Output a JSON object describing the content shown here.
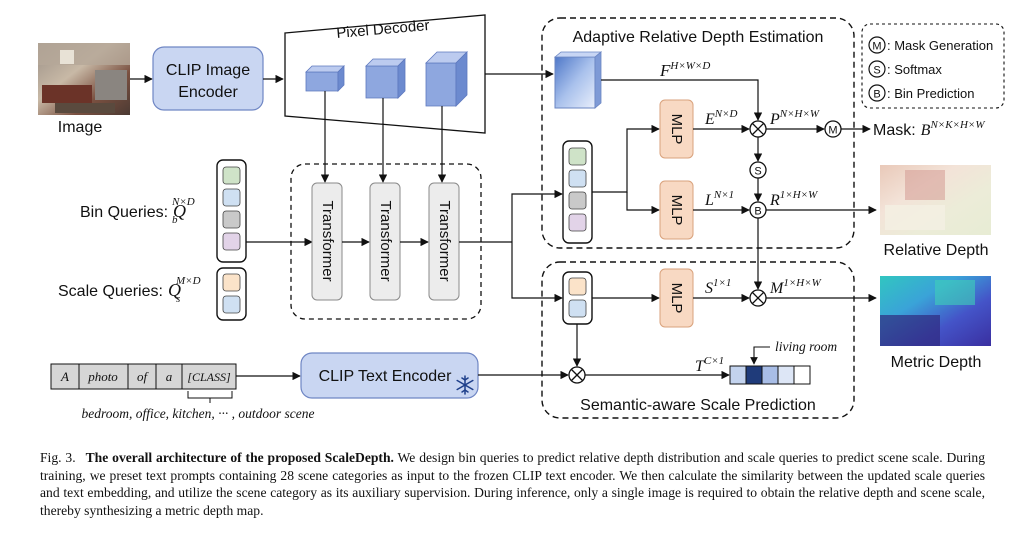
{
  "inputs": {
    "image_label": "Image",
    "bin_queries_label": "Bin Queries:",
    "bin_queries_sym": "Q",
    "bin_queries_sub": "b",
    "bin_queries_sup": "N×D",
    "scale_queries_label": "Scale Queries:",
    "scale_queries_sym": "Q",
    "scale_queries_sub": "s",
    "scale_queries_sup": "M×D"
  },
  "modules": {
    "clip_image_encoder_line1": "CLIP Image",
    "clip_image_encoder_line2": "Encoder",
    "pixel_decoder": "Pixel Decoder",
    "transformer": "Transformer",
    "mlp": "MLP",
    "clip_text_encoder": "CLIP Text Encoder"
  },
  "regions": {
    "adaptive_title": "Adaptive Relative Depth Estimation",
    "semantic_title": "Semantic-aware Scale Prediction"
  },
  "legend": {
    "mask_symbol": "M",
    "mask_label": ": Mask Generation",
    "softmax_symbol": "S",
    "softmax_label": ": Softmax",
    "bin_symbol": "B",
    "bin_label": ": Bin Prediction"
  },
  "tensors": {
    "F": "F",
    "F_sup": "H×W×D",
    "E": "E",
    "E_sup": "N×D",
    "P": "P",
    "P_sup": "N×H×W",
    "L": "L",
    "L_sup": "N×1",
    "R": "R",
    "R_sup": "1×H×W",
    "S": "S",
    "S_sup": "1×1",
    "M": "M",
    "M_sup": "1×H×W",
    "T": "T",
    "T_sup": "C×1",
    "mask_out_prefix": "Mask:",
    "mask_out": "B",
    "mask_out_sup": "N×K×H×W"
  },
  "outputs": {
    "relative_depth": "Relative Depth",
    "metric_depth": "Metric Depth"
  },
  "text_prompt": {
    "tokens": [
      "A",
      "photo",
      "of",
      "a",
      "[CLASS]"
    ],
    "categories": "bedroom, office, kitchen, ··· , outdoor scene",
    "selected_category": "living room"
  },
  "caption": {
    "figure": "Fig. 3.",
    "title": "The overall architecture of the proposed ScaleDepth.",
    "body": "We design bin queries to predict relative depth distribution and scale queries to predict scene scale. During training, we preset text prompts containing 28 scene categories as input to the frozen CLIP text encoder. We then calculate the similarity between the updated scale queries and text embedding, and utilize the scene category as its auxiliary supervision. During inference, only a single image is required to obtain the relative depth and scene scale, thereby synthesizing a metric depth map."
  },
  "colors": {
    "encoder_fill": "#c9d6f2",
    "encoder_stroke": "#6f86c4",
    "mlp_fill": "#f8d9c3",
    "mlp_stroke": "#d9a27c",
    "transformer_fill": "#ececec",
    "query_green": "#cfe3c8",
    "query_blue": "#cfe0f2",
    "query_gray": "#c9c9c9",
    "query_purple": "#e2d3e8",
    "query_peach": "#fbe3c9",
    "token_fill": "#d6d6d6",
    "selected_bin": "#1f3b7a"
  },
  "icons": [
    "snowflake-icon",
    "op-multiply-icon",
    "op-softmax-icon",
    "op-bin-icon",
    "op-mask-icon"
  ]
}
